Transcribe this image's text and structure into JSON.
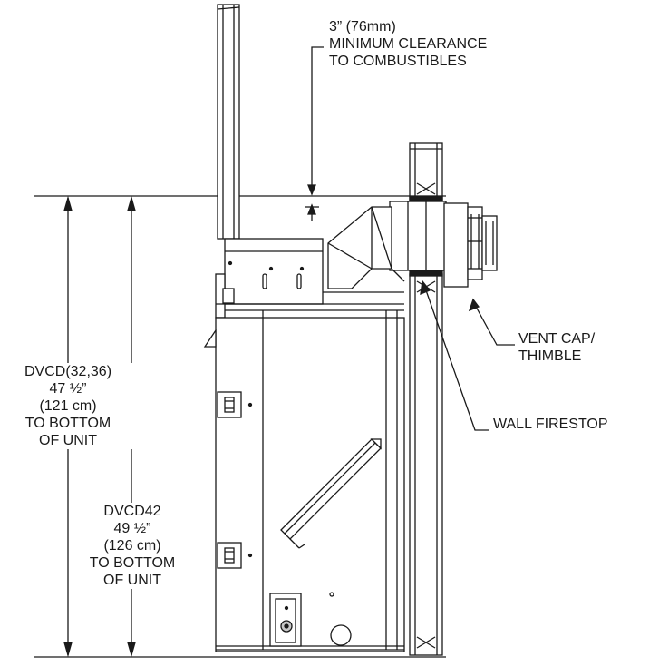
{
  "clearance": {
    "line1": "3” (76mm)",
    "line2": "MINIMUM CLEARANCE",
    "line3": "TO COMBUSTIBLES"
  },
  "vent_cap": {
    "line1": "VENT CAP/",
    "line2": "THIMBLE"
  },
  "wall_firestop": "WALL FIRESTOP",
  "dim_small_unit": {
    "line1": "DVCD(32,36)",
    "line2": "47 ½”",
    "line3": "(121 cm)",
    "line4": "TO BOTTOM",
    "line5": "OF UNIT"
  },
  "dim_large_unit": {
    "line1": "DVCD42",
    "line2": "49 ½”",
    "line3": "(126 cm)",
    "line4": "TO BOTTOM",
    "line5": "OF UNIT"
  },
  "colors": {
    "line": "#1a1a1a",
    "fill_light": "#e6e6e6",
    "fill_mid": "#c8c8c8",
    "background": "#ffffff"
  }
}
